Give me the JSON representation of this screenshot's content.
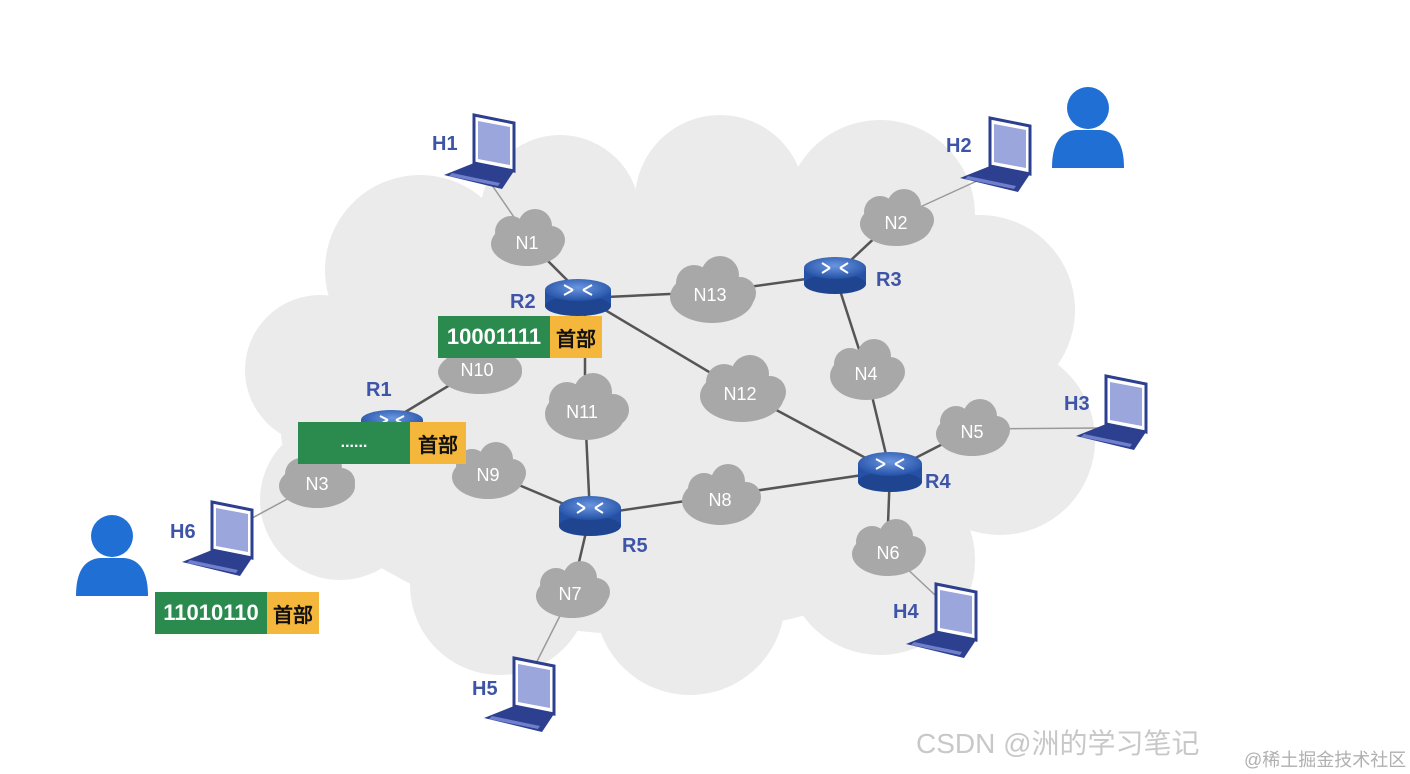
{
  "networks": {
    "N1": "N1",
    "N2": "N2",
    "N3": "N3",
    "N4": "N4",
    "N5": "N5",
    "N6": "N6",
    "N7": "N7",
    "N8": "N8",
    "N9": "N9",
    "N10": "N10",
    "N11": "N11",
    "N12": "N12",
    "N13": "N13"
  },
  "routers": {
    "R1": "R1",
    "R2": "R2",
    "R3": "R3",
    "R4": "R4",
    "R5": "R5"
  },
  "hosts": {
    "H1": "H1",
    "H2": "H2",
    "H3": "H3",
    "H4": "H4",
    "H5": "H5",
    "H6": "H6"
  },
  "packets": {
    "p1": {
      "payload": "10001111",
      "header": "首部"
    },
    "p2": {
      "payload": "......",
      "header": "首部"
    },
    "p3": {
      "payload": "11010110",
      "header": "首部"
    }
  },
  "watermark": {
    "csdn": "CSDN @洲的学习笔记",
    "juejin": "@稀土掘金技术社区"
  },
  "colors": {
    "cloud": "#e8e8e8",
    "network": "#a9a9a9",
    "router": "#2e5fb3",
    "label": "#3d54a8",
    "payload": "#2b8a4e",
    "header": "#f4b63b",
    "user": "#1f6fd4"
  }
}
